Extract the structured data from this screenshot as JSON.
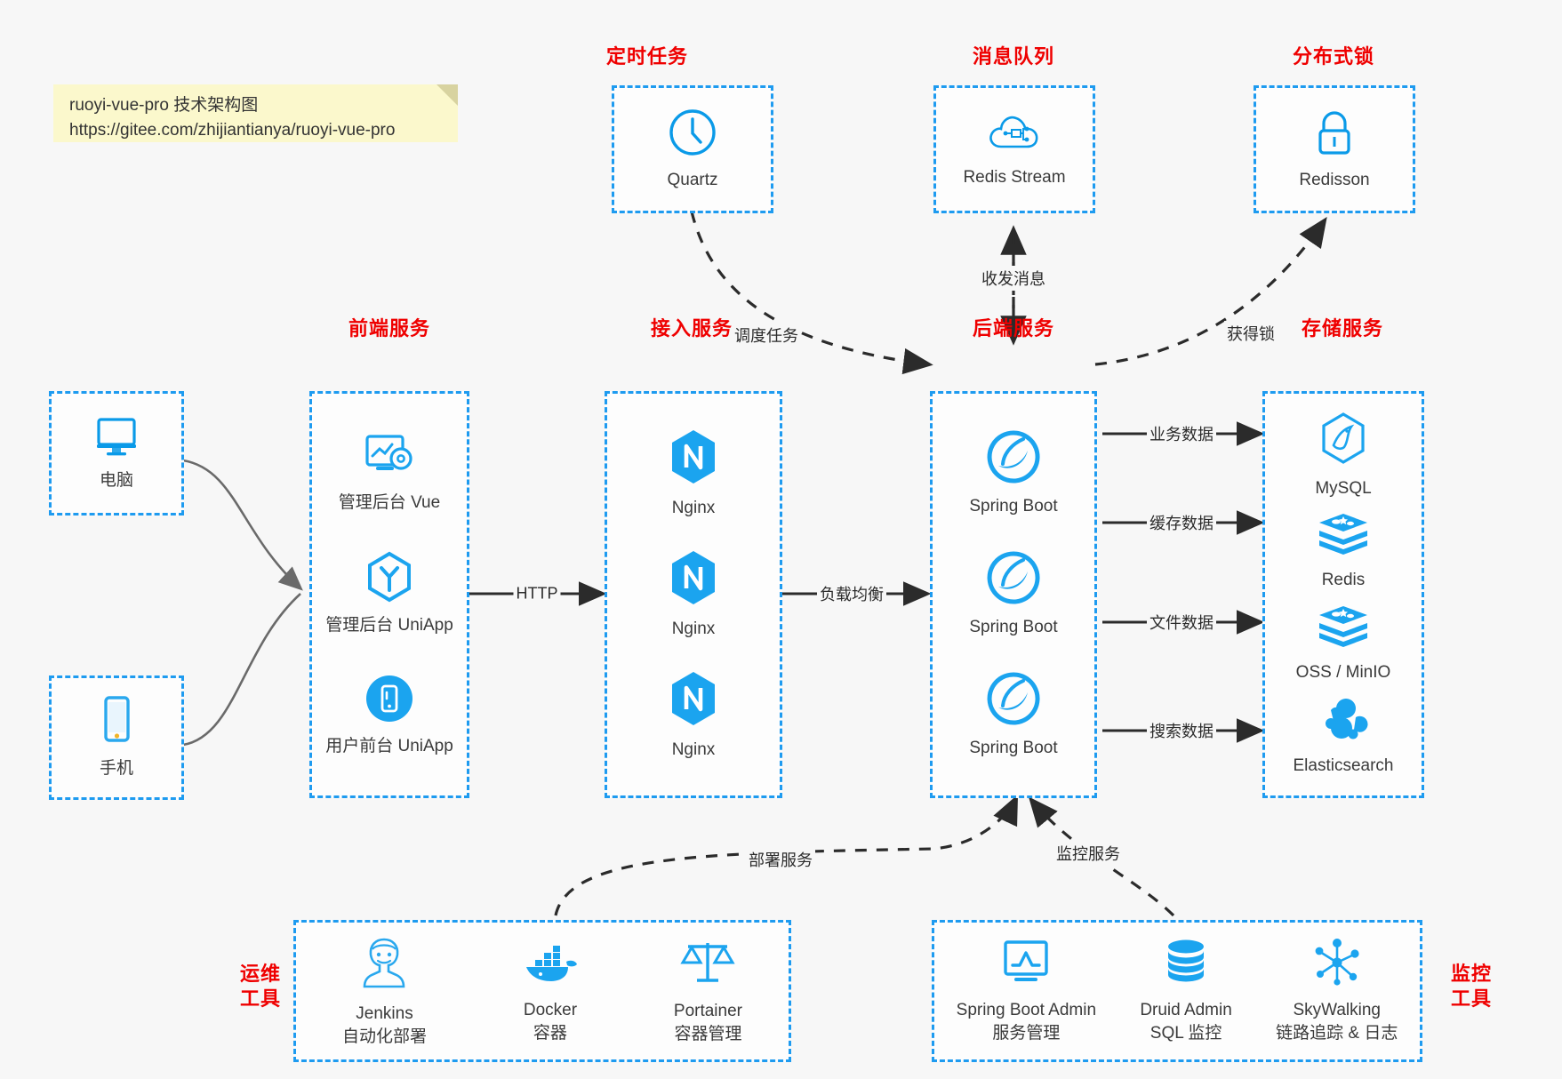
{
  "note": {
    "line1": "ruoyi-vue-pro 技术架构图",
    "line2": "https://gitee.com/zhijiantianya/ruoyi-vue-pro"
  },
  "colors": {
    "accent_blue": "#1e9bf0",
    "icon_blue": "#0a9ae8",
    "title_red": "#ef0000",
    "background": "#f7f7f7",
    "edge_dark": "#2b2b2b",
    "edge_gray": "#6a6a6a"
  },
  "groups": {
    "scheduled_task": {
      "title": "定时任务"
    },
    "message_queue": {
      "title": "消息队列"
    },
    "distributed_lock": {
      "title": "分布式锁"
    },
    "frontend": {
      "title": "前端服务"
    },
    "gateway": {
      "title": "接入服务"
    },
    "backend": {
      "title": "后端服务"
    },
    "storage": {
      "title": "存储服务"
    },
    "devops": {
      "title_line1": "运维",
      "title_line2": "工具"
    },
    "monitor": {
      "title_line1": "监控",
      "title_line2": "工具"
    }
  },
  "clients": [
    {
      "label": "电脑",
      "icon": "desktop-icon"
    },
    {
      "label": "手机",
      "icon": "mobile-phone-icon"
    }
  ],
  "frontend_nodes": [
    {
      "label": "管理后台 Vue",
      "icon": "vue-admin-icon"
    },
    {
      "label": "管理后台 UniApp",
      "icon": "uniapp-icon"
    },
    {
      "label": "用户前台 UniApp",
      "icon": "mobile-app-icon"
    }
  ],
  "gateway_nodes": [
    {
      "label": "Nginx",
      "icon": "nginx-icon"
    },
    {
      "label": "Nginx",
      "icon": "nginx-icon"
    },
    {
      "label": "Nginx",
      "icon": "nginx-icon"
    }
  ],
  "backend_nodes": [
    {
      "label": "Spring Boot",
      "icon": "spring-boot-icon"
    },
    {
      "label": "Spring Boot",
      "icon": "spring-boot-icon"
    },
    {
      "label": "Spring Boot",
      "icon": "spring-boot-icon"
    }
  ],
  "storage_nodes": [
    {
      "label": "MySQL",
      "icon": "mysql-icon"
    },
    {
      "label": "Redis",
      "icon": "redis-icon"
    },
    {
      "label": "OSS / MinIO",
      "icon": "oss-minio-icon"
    },
    {
      "label": "Elasticsearch",
      "icon": "elasticsearch-icon"
    }
  ],
  "top_nodes": {
    "quartz": {
      "label": "Quartz",
      "icon": "clock-icon"
    },
    "redis_stream": {
      "label": "Redis Stream",
      "icon": "cloud-stream-icon"
    },
    "redisson": {
      "label": "Redisson",
      "icon": "lock-icon"
    }
  },
  "devops_nodes": [
    {
      "label": "Jenkins",
      "sublabel": "自动化部署",
      "icon": "jenkins-icon"
    },
    {
      "label": "Docker",
      "sublabel": "容器",
      "icon": "docker-icon"
    },
    {
      "label": "Portainer",
      "sublabel": "容器管理",
      "icon": "scales-icon"
    }
  ],
  "monitor_nodes": [
    {
      "label": "Spring Boot Admin",
      "sublabel": "服务管理",
      "icon": "monitor-chart-icon"
    },
    {
      "label": "Druid Admin",
      "sublabel": "SQL 监控",
      "icon": "database-icon"
    },
    {
      "label": "SkyWalking",
      "sublabel": "链路追踪 & 日志",
      "icon": "skywalking-icon"
    }
  ],
  "edge_labels": {
    "http": "HTTP",
    "load_balance": "负载均衡",
    "schedule_task": "调度任务",
    "send_receive_message": "收发消息",
    "acquire_lock": "获得锁",
    "business_data": "业务数据",
    "cache_data": "缓存数据",
    "file_data": "文件数据",
    "search_data": "搜索数据",
    "deploy_service": "部署服务",
    "monitor_service": "监控服务"
  }
}
